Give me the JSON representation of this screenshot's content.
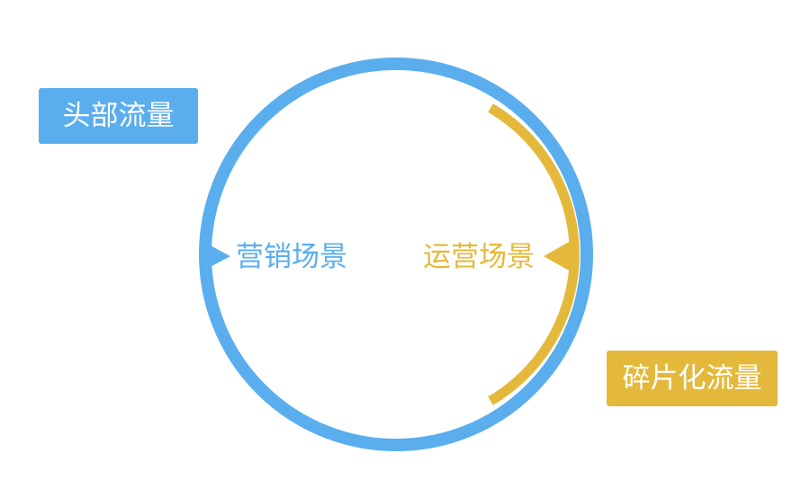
{
  "labels": {
    "head_traffic": "头部流量",
    "fragmented_traffic": "碎片化流量",
    "marketing_scene": "营销场景",
    "operation_scene": "运营场景"
  },
  "colors": {
    "blue": "#5aaeee",
    "gold": "#e4b93b",
    "background": "#ffffff"
  }
}
